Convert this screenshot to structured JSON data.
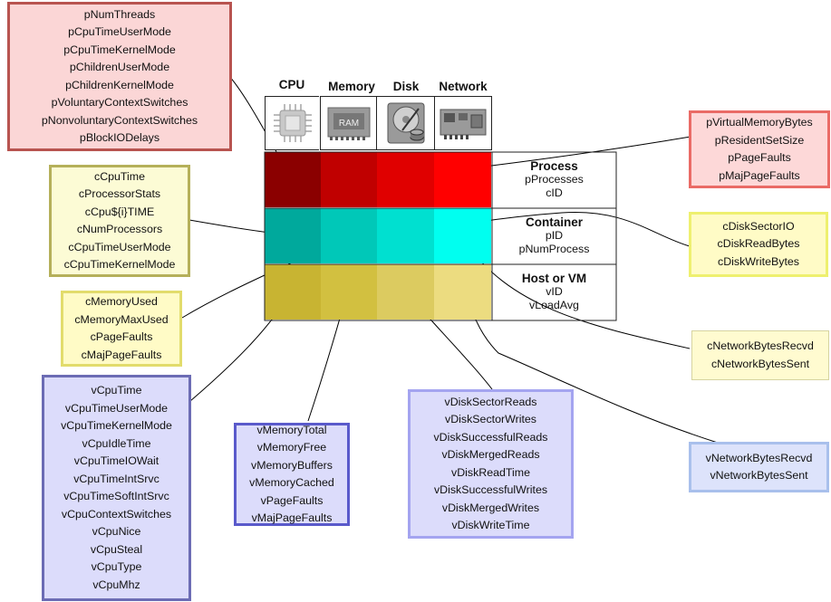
{
  "columns": [
    "CPU",
    "Memory",
    "Disk",
    "Network"
  ],
  "icons": [
    "cpu-chip-icon",
    "ram-module-icon",
    "hard-disk-icon",
    "network-card-icon"
  ],
  "rows": [
    {
      "title": "Process",
      "lines": [
        "pProcesses",
        "cID"
      ]
    },
    {
      "title": "Container",
      "lines": [
        "pID",
        "pNumProcess"
      ]
    },
    {
      "title": "Host or VM",
      "lines": [
        "vID",
        "vLoadAvg"
      ]
    }
  ],
  "ram_icon_text": "RAM",
  "colors": {
    "process": [
      "#8b0000",
      "#c00000",
      "#e00000",
      "#ff0000"
    ],
    "container": [
      "#00a99c",
      "#00c8b8",
      "#00e0d0",
      "#00fff0"
    ],
    "host": [
      "#c8b432",
      "#d2c040",
      "#dccb60",
      "#ecdc80"
    ]
  },
  "boxes": {
    "process_cpu": [
      "pNumThreads",
      "pCpuTimeUserMode",
      "pCpuTimeKernelMode",
      "pChildrenUserMode",
      "pChildrenKernelMode",
      "pVoluntaryContextSwitches",
      "pNonvoluntaryContextSwitches",
      "pBlockIODelays"
    ],
    "process_memory": [
      "pVirtualMemoryBytes",
      "pResidentSetSize",
      "pPageFaults",
      "pMajPageFaults"
    ],
    "container_cpu": [
      "cCpuTime",
      "cProcessorStats",
      "cCpu${i}TIME",
      "cNumProcessors",
      "cCpuTimeUserMode",
      "cCpuTimeKernelMode"
    ],
    "container_memory": [
      "cMemoryUsed",
      "cMemoryMaxUsed",
      "cPageFaults",
      "cMajPageFaults"
    ],
    "container_disk": [
      "cDiskSectorIO",
      "cDiskReadBytes",
      "cDiskWriteBytes"
    ],
    "container_network": [
      "cNetworkBytesRecvd",
      "cNetworkBytesSent"
    ],
    "host_cpu": [
      "vCpuTime",
      "vCpuTimeUserMode",
      "vCpuTimeKernelMode",
      "vCpuIdleTime",
      "vCpuTimeIOWait",
      "vCpuTimeIntSrvc",
      "vCpuTimeSoftIntSrvc",
      "vCpuContextSwitches",
      "vCpuNice",
      "vCpuSteal",
      "vCpuType",
      "vCpuMhz"
    ],
    "host_memory": [
      "vMemoryTotal",
      "vMemoryFree",
      "vMemoryBuffers",
      "vMemoryCached",
      "vPageFaults",
      "vMajPageFaults"
    ],
    "host_disk": [
      "vDiskSectorReads",
      "vDiskSectorWrites",
      "vDiskSuccessfulReads",
      "vDiskMergedReads",
      "vDiskReadTime",
      "vDiskSuccessfulWrites",
      "vDiskMergedWrites",
      "vDiskWriteTime"
    ],
    "host_network": [
      "vNetworkBytesRecvd",
      "vNetworkBytesSent"
    ]
  }
}
